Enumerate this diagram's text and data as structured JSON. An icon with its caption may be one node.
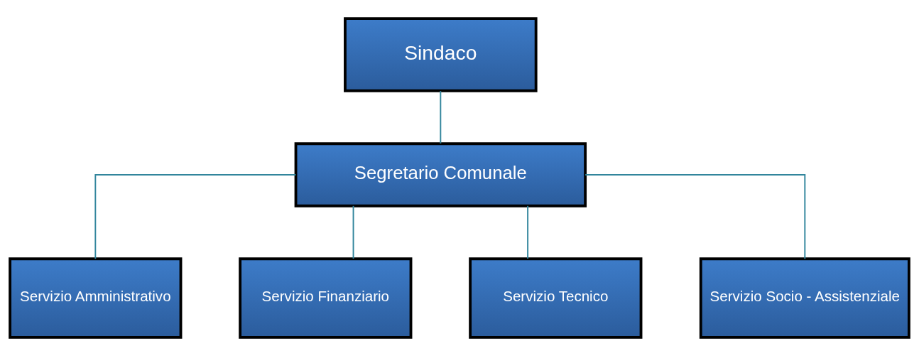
{
  "diagram": {
    "nodes": [
      {
        "text": [
          "Sindaco"
        ]
      },
      {
        "text": [
          "Segretario Comunale"
        ]
      },
      {
        "text": [
          "Servizio Amministrativo"
        ]
      },
      {
        "text": [
          "Servizio Finanziario"
        ]
      },
      {
        "text": [
          "Servizio Tecnico"
        ]
      },
      {
        "text": [
          "Servizio Socio - Assistenziale"
        ]
      }
    ],
    "edges": [
      {
        "from": 0,
        "to": 1,
        "arrow": "none"
      },
      {
        "from": 1,
        "to": 2,
        "arrow": "none"
      },
      {
        "from": 1,
        "to": 3,
        "arrow": "none"
      },
      {
        "from": 1,
        "to": 4,
        "arrow": "none"
      },
      {
        "from": 1,
        "to": 5,
        "arrow": "none"
      }
    ]
  }
}
